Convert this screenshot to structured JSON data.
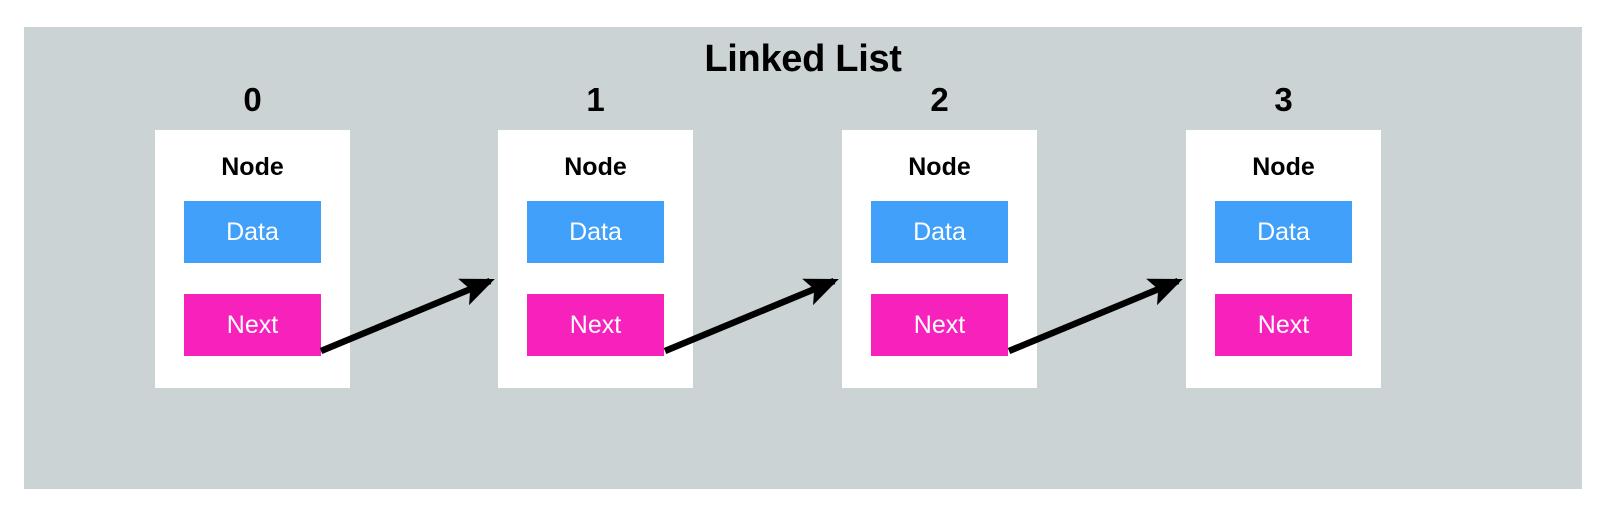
{
  "diagram": {
    "title": "Linked List",
    "type": "linked-list",
    "background_color": "#ccd3d4",
    "page_color": "#ffffff",
    "node_card_color": "#ffffff",
    "data_field_color": "#41a0fa",
    "next_field_color": "#f722bc",
    "arrow_color": "#000000",
    "text_color": "#000000",
    "field_text_color": "#ffffff",
    "node_count": 4,
    "nodes": [
      {
        "index": "0",
        "heading": "Node",
        "data_label": "Data",
        "next_label": "Next",
        "has_outgoing_arrow": true
      },
      {
        "index": "1",
        "heading": "Node",
        "data_label": "Data",
        "next_label": "Next",
        "has_outgoing_arrow": true
      },
      {
        "index": "2",
        "heading": "Node",
        "data_label": "Data",
        "next_label": "Next",
        "has_outgoing_arrow": true
      },
      {
        "index": "3",
        "heading": "Node",
        "data_label": "Data",
        "next_label": "Next",
        "has_outgoing_arrow": false
      }
    ],
    "arrows": [
      {
        "from_node": "0",
        "to_node": "1"
      },
      {
        "from_node": "1",
        "to_node": "2"
      },
      {
        "from_node": "2",
        "to_node": "3"
      }
    ]
  }
}
